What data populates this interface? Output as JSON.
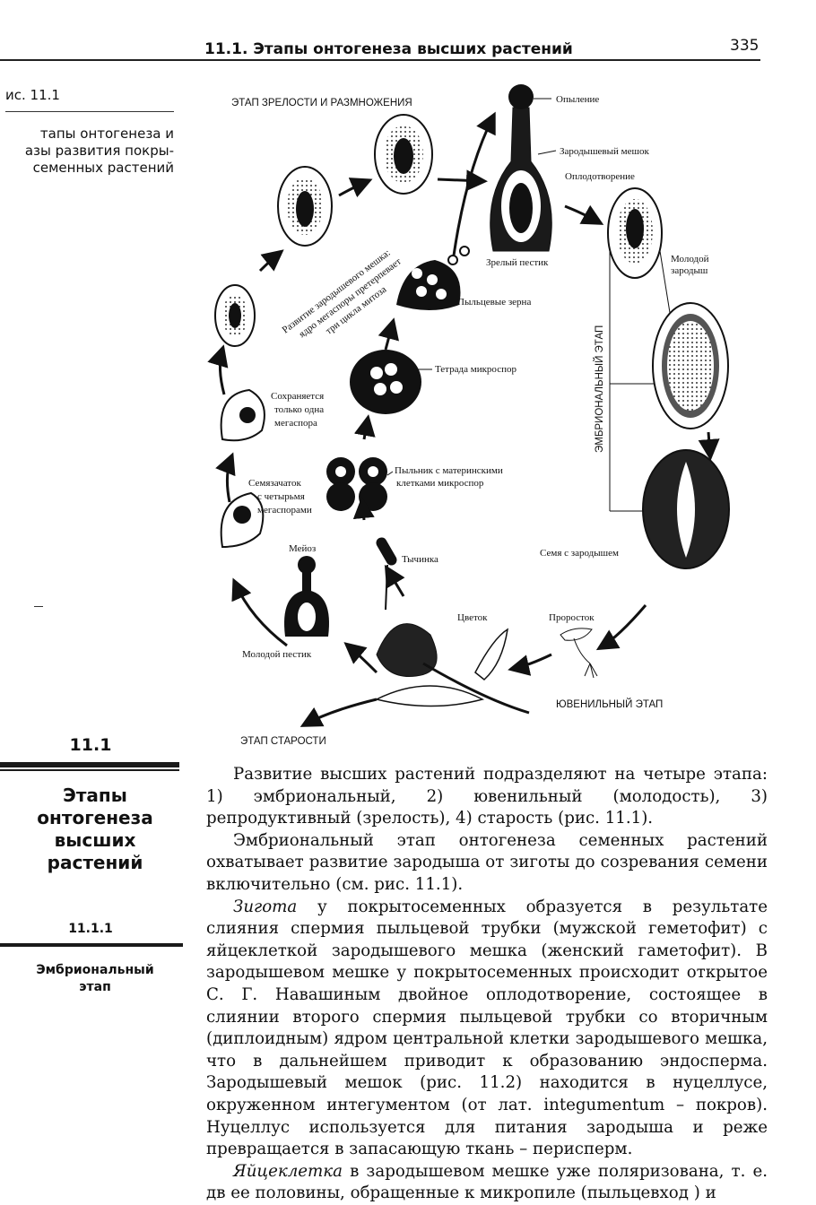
{
  "header": {
    "title": "11.1. Этапы онтогенеза высших растений",
    "page_number": "335"
  },
  "figure_caption": {
    "label": "ис. 11.1",
    "lines": [
      "тапы онтогенеза и",
      "азы развития покры-",
      "семенных растений"
    ]
  },
  "figure": {
    "stage_mature": "ЭТАП ЗРЕЛОСТИ И РАЗМНОЖЕНИЯ",
    "stage_embryonic": "ЭМБРИОНАЛЬНЫЙ ЭТАП",
    "stage_juvenile": "ЮВЕНИЛЬНЫЙ ЭТАП",
    "stage_aging": "ЭТАП СТАРОСТИ",
    "pollination": "Опыление",
    "embryo_sac": "Зародышевый мешок",
    "fertilization": "Оплодотворение",
    "mature_pistil": "Зрелый пестик",
    "pollen_grains": "Пыльцевые зерна",
    "microspore_tetrad": "Тетрада микроспор",
    "anther_line1": "Пыльник с материнскими",
    "anther_line2": "клетками микроспор",
    "stamen": "Тычинка",
    "flower": "Цветок",
    "young_pistil": "Молодой пестик",
    "meiosis": "Мейоз",
    "ovule_line1": "Семязачаток",
    "ovule_line2": "с четырьмя",
    "ovule_line3": "мегаспорами",
    "one_mega_line1": "Сохраняется",
    "one_mega_line2": "только одна",
    "one_mega_line3": "мегаспора",
    "sac_dev_line1": "Развитие зародышевого мешка:",
    "sac_dev_line2": "ядро мегаспоры претерпевает",
    "sac_dev_line3": "три цикла митоза",
    "young_embryo_line1": "Молодой",
    "young_embryo_line2": "зародыш",
    "seed_with_embryo": "Семя с зародышем",
    "sprout": "Проросток"
  },
  "section": {
    "number": "11.1",
    "title_lines": [
      "Этапы",
      "онтогенеза",
      "высших",
      "растений"
    ]
  },
  "subsection": {
    "number": "11.1.1",
    "title_lines": [
      "Эмбриональный",
      "этап"
    ]
  },
  "body": {
    "p1": "Развитие высших растений подразделяют на четыре этапа: 1) эмбриональный, 2) ювенильный (молодость), 3) репродуктивный (зрелость), 4) старость (рис. 11.1).",
    "p2": "Эмбриональный этап онтогенеза семенных растений охватывает развитие зародыша от зиготы до созревания семени включительно (см. рис. 11.1).",
    "p3_em": "Зигота",
    "p3": " у покрытосеменных образуется в результате слияния спермия пыльцевой трубки (мужской геметофит) с яйцеклеткой зародышевого мешка (женский гаметофит). В зародышевом мешке у покрытосеменных происходит открытое С. Г. Навашиным двойное оплодотворение, состоящее в слиянии второго спермия пыльцевой трубки со вторичным (диплоидным) ядром центральной клетки зародышевого мешка, что в дальнейшем приводит к образованию эндосперма. Зародышевый мешок (рис. 11.2) находится в нуцеллусе, окруженном интегументом (от лат. integumentum – покров). Нуцеллус используется для питания зародыша и реже превращается в запасающую ткань – перисперм.",
    "p4_em": "Яйцеклетка",
    "p4": " в зародышевом мешке уже поляризована, т. е. дв  ее половины, обращенные к микропиле (пыльцевход ) и"
  }
}
